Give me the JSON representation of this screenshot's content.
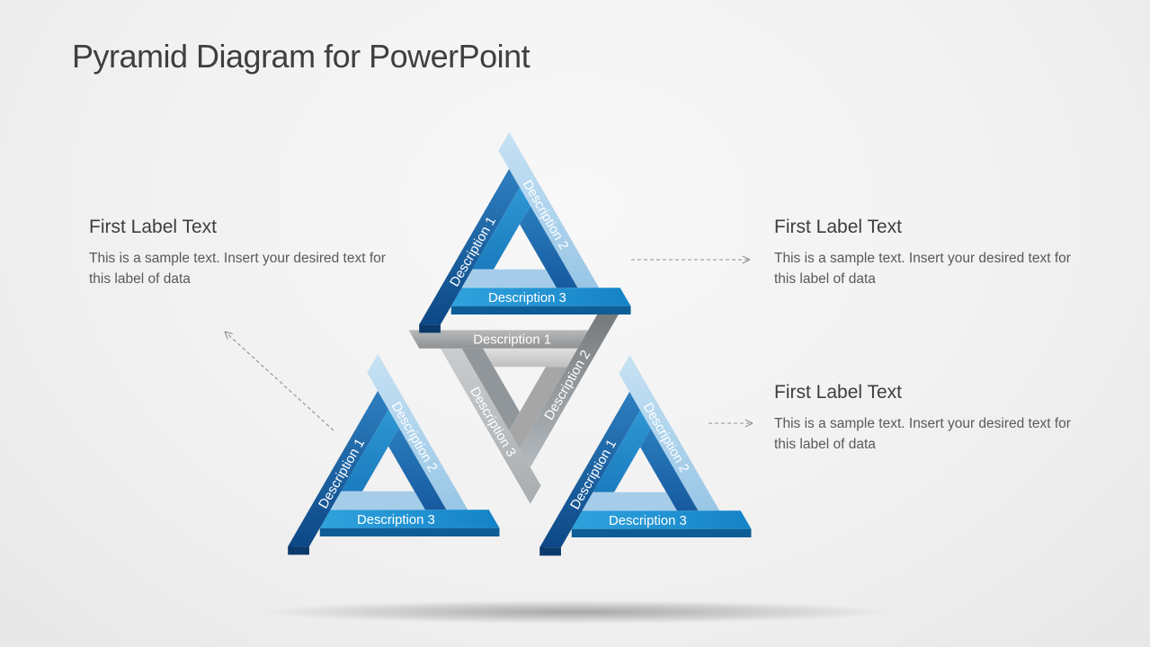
{
  "title": "Pyramid Diagram for PowerPoint",
  "labels": [
    {
      "id": "left",
      "heading": "First Label Text",
      "body": "This is a sample text. Insert your desired text for this label of data"
    },
    {
      "id": "right-top",
      "heading": "First Label Text",
      "body": "This is a sample text. Insert your desired text for this label of data"
    },
    {
      "id": "right-bottom",
      "heading": "First Label Text",
      "body": "This is a sample text. Insert your desired text for this label of data"
    }
  ],
  "triangles": {
    "top": {
      "side_left": "Description 1",
      "side_right": "Description 2",
      "side_bottom": "Description 3"
    },
    "bottom_left": {
      "side_left": "Description 1",
      "side_right": "Description 2",
      "side_bottom": "Description 3"
    },
    "bottom_right": {
      "side_left": "Description 1",
      "side_right": "Description 2",
      "side_bottom": "Description 3"
    },
    "center": {
      "side_top": "Description 1",
      "side_right": "Description 2",
      "side_left": "Description 3"
    }
  },
  "colors": {
    "blue_dark": "#155a9e",
    "blue_medium": "#2196d6",
    "blue_light": "#aed4ec",
    "gray_dark": "#85898c",
    "gray_medium": "#9d9d9d",
    "gray_light": "#c6c9cc",
    "band_text": "#ffffff",
    "heading_text": "#3d3d3d",
    "body_text": "#595959",
    "arrow": "#8f8f8f",
    "title_text": "#3f3f3f"
  }
}
